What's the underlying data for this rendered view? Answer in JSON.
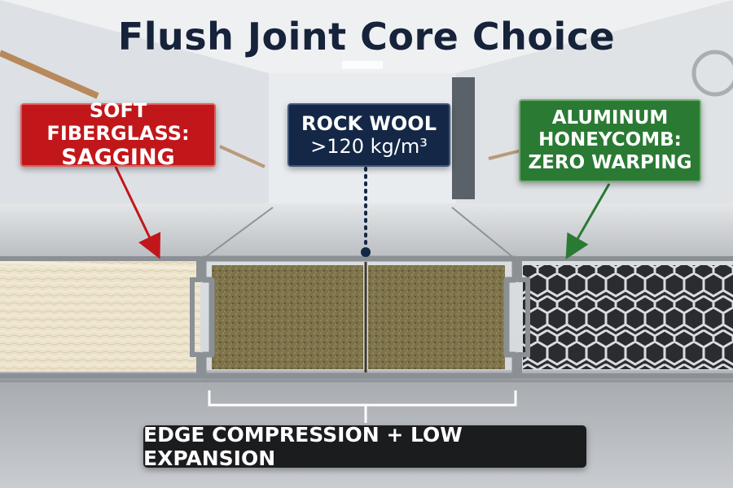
{
  "title": "Flush Joint Core Choice",
  "labels": {
    "fiberglass": {
      "line1": "SOFT FIBERGLASS:",
      "line2": "SAGGING",
      "color": "#c1171b"
    },
    "rockwool": {
      "line1": "ROCK WOOL",
      "line2": ">120 kg/m³",
      "color": "#142746"
    },
    "honeycomb": {
      "line1": "ALUMINUM",
      "line2": "HONEYCOMB:",
      "line3": "ZERO WARPING",
      "color": "#2a7a33"
    },
    "bottom": "EDGE COMPRESSION + LOW EXPANSION"
  },
  "panels": [
    {
      "name": "soft fiberglass panel",
      "core": "fiberglass"
    },
    {
      "name": "rock wool panel",
      "core": "rock wool"
    },
    {
      "name": "aluminum honeycomb panel",
      "core": "honeycomb"
    }
  ]
}
